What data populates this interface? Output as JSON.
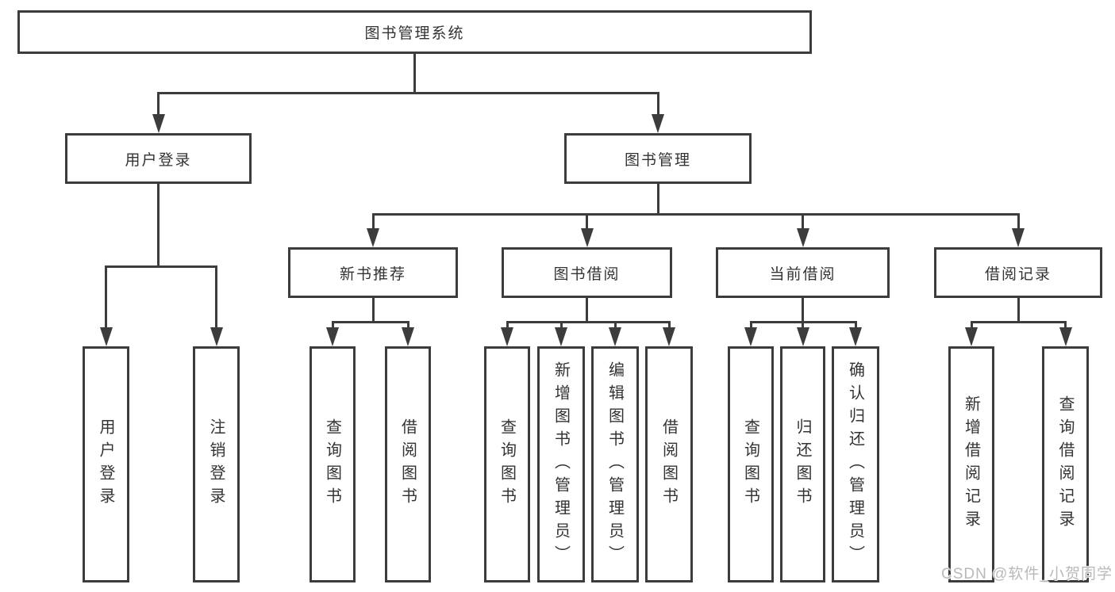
{
  "diagram": {
    "title": "图书管理系统",
    "watermark": "CSDN @软件_小贺同学",
    "colors": {
      "background": "#ffffff",
      "line": "#3c3c3c",
      "box_border": "#3c3c3c",
      "box_fill": "#ffffff",
      "text": "#333333",
      "watermark": "#b9b9b9"
    },
    "nodes": [
      {
        "id": "root",
        "label": "图书管理系统",
        "parent": null
      },
      {
        "id": "user-login-branch",
        "label": "用户登录",
        "parent": "root"
      },
      {
        "id": "book-management",
        "label": "图书管理",
        "parent": "root"
      },
      {
        "id": "new-book-recommend",
        "label": "新书推荐",
        "parent": "book-management"
      },
      {
        "id": "book-borrowing",
        "label": "图书借阅",
        "parent": "book-management"
      },
      {
        "id": "current-borrowing",
        "label": "当前借阅",
        "parent": "book-management"
      },
      {
        "id": "borrowing-records",
        "label": "借阅记录",
        "parent": "book-management"
      },
      {
        "id": "leaf-user-login",
        "label": "用户登录",
        "parent": "user-login-branch"
      },
      {
        "id": "leaf-logout",
        "label": "注销登录",
        "parent": "user-login-branch"
      },
      {
        "id": "leaf-query-books-1",
        "label": "查询图书",
        "parent": "new-book-recommend"
      },
      {
        "id": "leaf-borrow-books-1",
        "label": "借阅图书",
        "parent": "new-book-recommend"
      },
      {
        "id": "leaf-query-books-2",
        "label": "查询图书",
        "parent": "book-borrowing"
      },
      {
        "id": "leaf-add-book-admin",
        "label": "新增图书（管理员）",
        "parent": "book-borrowing"
      },
      {
        "id": "leaf-edit-book-admin",
        "label": "编辑图书（管理员）",
        "parent": "book-borrowing"
      },
      {
        "id": "leaf-borrow-books-2",
        "label": "借阅图书",
        "parent": "book-borrowing"
      },
      {
        "id": "leaf-query-books-3",
        "label": "查询图书",
        "parent": "current-borrowing"
      },
      {
        "id": "leaf-return-book",
        "label": "归还图书",
        "parent": "current-borrowing"
      },
      {
        "id": "leaf-confirm-return-admin",
        "label": "确认归还（管理员）",
        "parent": "current-borrowing"
      },
      {
        "id": "leaf-add-borrow-record",
        "label": "新增借阅记录",
        "parent": "borrowing-records"
      },
      {
        "id": "leaf-query-borrow-record",
        "label": "查询借阅记录",
        "parent": "borrowing-records"
      }
    ]
  }
}
